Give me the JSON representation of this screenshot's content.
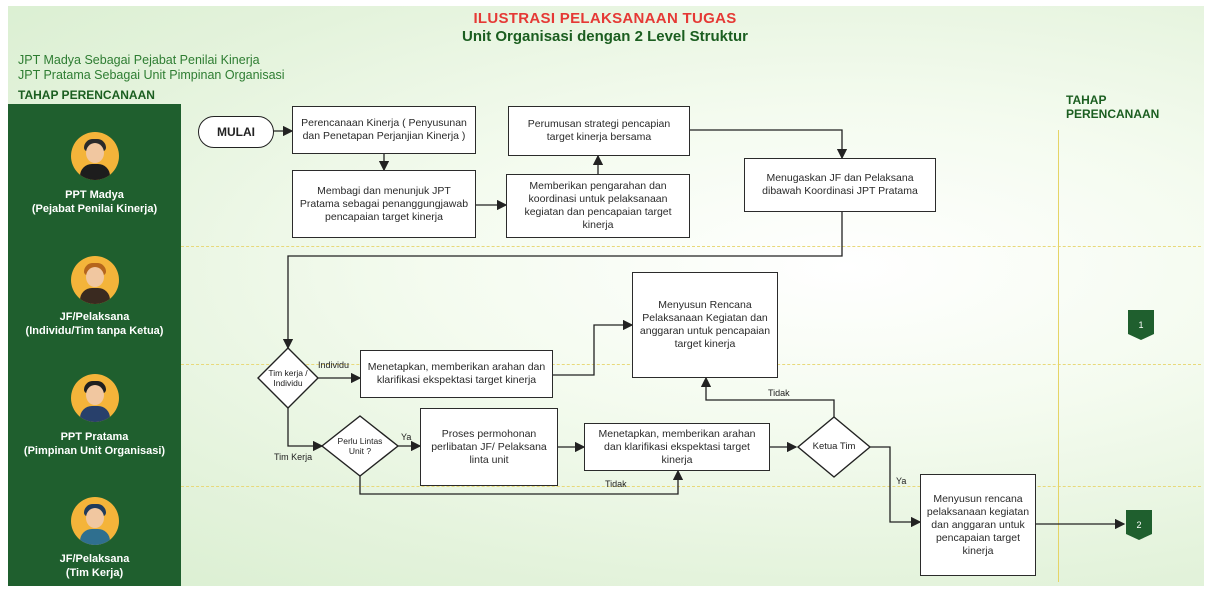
{
  "header": {
    "title": "ILUSTRASI PELAKSANAAN TUGAS",
    "subtitle": "Unit Organisasi dengan 2 Level Struktur"
  },
  "legend": {
    "line1": "JPT Madya Sebagai Pejabat Penilai Kinerja",
    "line2": "JPT Pratama Sebagai Unit Pimpinan Organisasi"
  },
  "phase": {
    "left": "TAHAP PERENCANAAN",
    "right_line1": "TAHAP",
    "right_line2": "PERENCANAAN"
  },
  "roles": [
    {
      "name": "PPT Madya",
      "desc": "(Pejabat Penilai Kinerja)"
    },
    {
      "name": "JF/Pelaksana",
      "desc": "(Individu/Tim tanpa Ketua)"
    },
    {
      "name": "PPT Pratama",
      "desc": "(Pimpinan Unit Organisasi)"
    },
    {
      "name": "JF/Pelaksana",
      "desc": "(Tim Kerja)"
    }
  ],
  "nodes": {
    "start": "MULAI",
    "perencanaan": "Perencanaan Kinerja ( Penyusunan dan Penetapan Perjanjian Kinerja )",
    "perumusan": "Perumusan strategi pencapian target kinerja bersama",
    "membagi": "Membagi dan menunjuk JPT Pratama sebagai penanggungjawab pencapaian target kinerja",
    "pengarahan": "Memberikan pengarahan dan koordinasi untuk pelaksanaan kegiatan dan pencapaian target kinerja",
    "menugaskan": "Menugaskan JF dan Pelaksana dibawah Koordinasi JPT Pratama",
    "rencana_individu": "Menyusun Rencana Pelaksanaan Kegiatan dan anggaran untuk pencapaian target kinerja",
    "tetapkan_individu": "Menetapkan, memberikan arahan dan klarifikasi ekspektasi target kinerja",
    "proses": "Proses permohonan perlibatan JF/ Pelaksana linta unit",
    "tetapkan_tim": "Menetapkan, memberikan arahan dan klarifikasi ekspektasi target kinerja",
    "rencana_tim": "Menyusun rencana pelaksanaan kegiatan dan anggaran untuk pencapaian target kinerja",
    "dec_timkerja": "Tim kerja / Individu",
    "dec_lintas": "Perlu Lintas Unit ?",
    "dec_ketua": "Ketua Tim"
  },
  "edge_labels": {
    "individu": "Individu",
    "tim_kerja": "Tim Kerja",
    "ya1": "Ya",
    "tidak1": "Tidak",
    "tidak2": "Tidak",
    "ya2": "Ya"
  },
  "badges": {
    "b1": "1",
    "b2": "2"
  },
  "colors": {
    "sidebar": "#1f5f2e",
    "title_red": "#e53935",
    "title_green": "#1b5e20",
    "avatar_bg": "#f4b43a"
  }
}
